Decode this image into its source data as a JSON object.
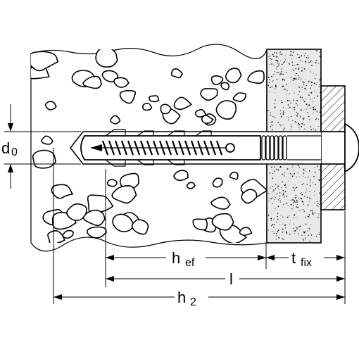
{
  "labels": {
    "d0_main": "d",
    "d0_sub": "0",
    "hef_main": "h",
    "hef_sub": "ef",
    "tfix_main": "t",
    "tfix_sub": "fix",
    "l_main": "l",
    "h2_main": "h",
    "h2_sub": "2"
  }
}
